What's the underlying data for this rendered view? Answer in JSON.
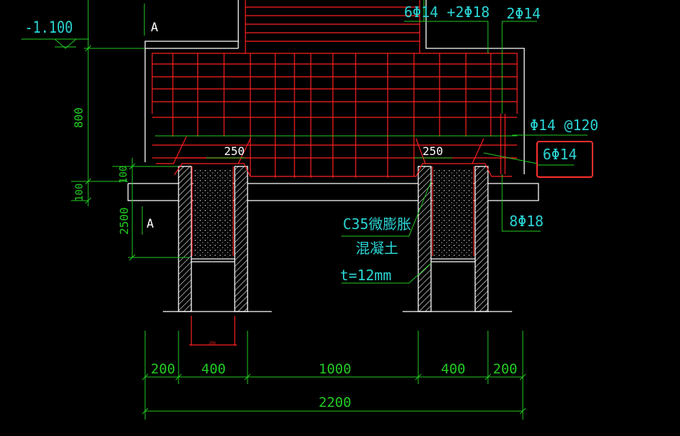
{
  "colors": {
    "background": "#000000",
    "outline": "#ffffff",
    "rebar": "#ff2020",
    "dimension": "#22cc22",
    "text": "#2ad4d4",
    "highlight": "#ff3030"
  },
  "labels": {
    "elevation": "-1.100",
    "section_a_top": "A",
    "section_a_bottom": "A",
    "top_rebar": "6Φ14 +2Φ18",
    "side_rebar": "2Φ14",
    "stirrup_rebar": "Φ14 @120",
    "bottom_rebar_highlighted": "6Φ14",
    "bottom_rebar": "8Φ18",
    "concrete_line1": "C35微膨胀",
    "concrete_line2": "混凝土",
    "thickness": "t=12mm"
  },
  "dimensions": {
    "height_800": "800",
    "height_100_left": "100",
    "height_100_side": "100",
    "height_2500": "2500",
    "pile_250_left": "250",
    "pile_250_right": "250",
    "bottom_tiny": "250",
    "bottom_200_left": "200",
    "bottom_400_left": "400",
    "bottom_1000": "1000",
    "bottom_400_right": "400",
    "bottom_200_right": "200",
    "bottom_total": "2200"
  }
}
